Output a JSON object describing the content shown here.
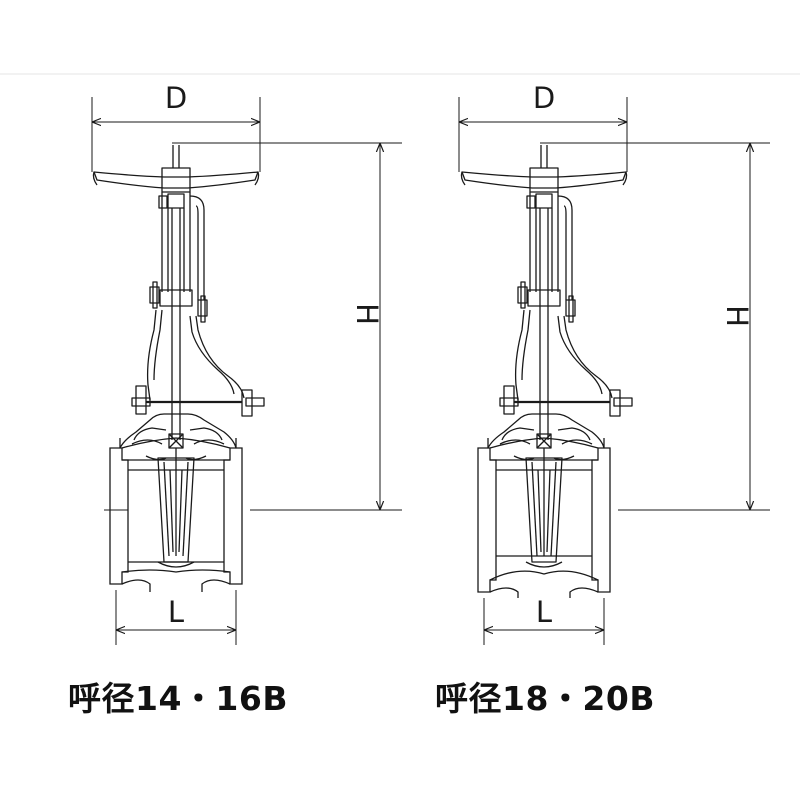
{
  "diagrams": [
    {
      "caption": "呼径14・16B",
      "dim_width": "D",
      "dim_height": "H",
      "dim_length": "L"
    },
    {
      "caption": "呼径18・20B",
      "dim_width": "D",
      "dim_height": "H",
      "dim_length": "L"
    }
  ],
  "colors": {
    "line": "#1a1a1a",
    "rule": "#e6e6e6",
    "background": "#ffffff"
  }
}
